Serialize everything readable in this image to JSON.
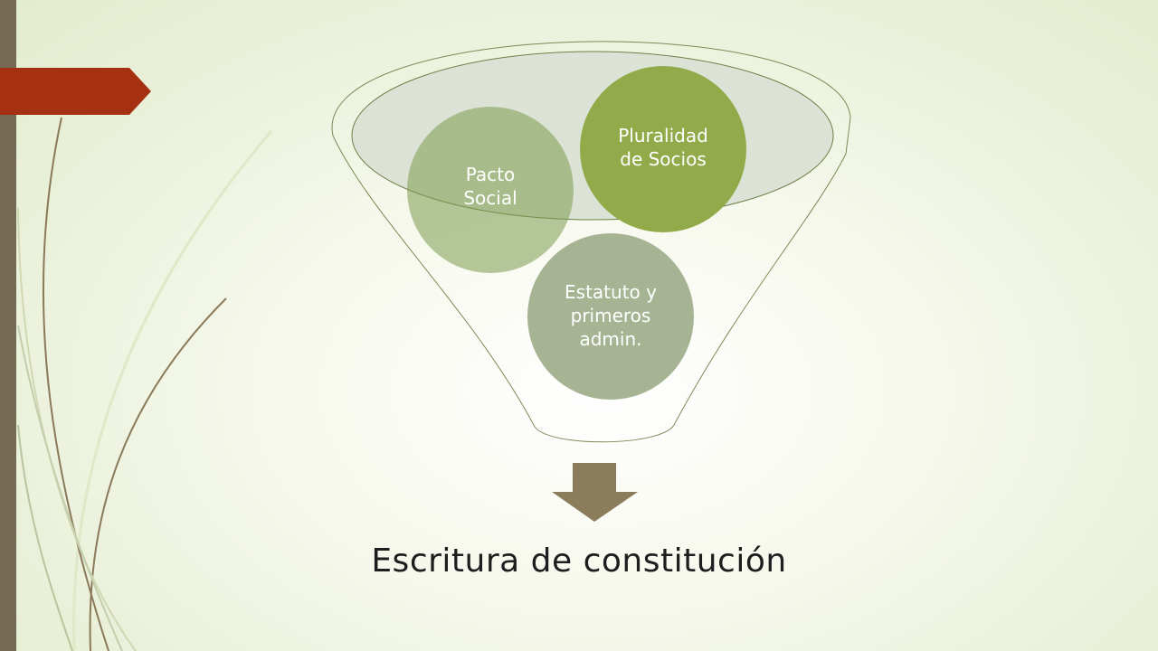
{
  "diagram": {
    "circles": [
      {
        "id": "pacto",
        "lines": [
          "Pacto",
          "Social"
        ],
        "color": "#7b9a4e",
        "text_color": "#ffffff"
      },
      {
        "id": "pluralidad",
        "lines": [
          "Pluralidad",
          "de Socios"
        ],
        "color": "#93aa4a",
        "text_color": "#ffffff"
      },
      {
        "id": "estatuto",
        "lines": [
          "Estatuto y",
          "primeros",
          "admin."
        ],
        "color": "#a6b494",
        "text_color": "#ffffff"
      }
    ],
    "result": "Escritura de constitución"
  },
  "colors": {
    "accent_bar": "#a53012",
    "left_bar": "#756b55",
    "arrow": "#8b7d5c",
    "funnel_stroke": "#7b8a59"
  }
}
